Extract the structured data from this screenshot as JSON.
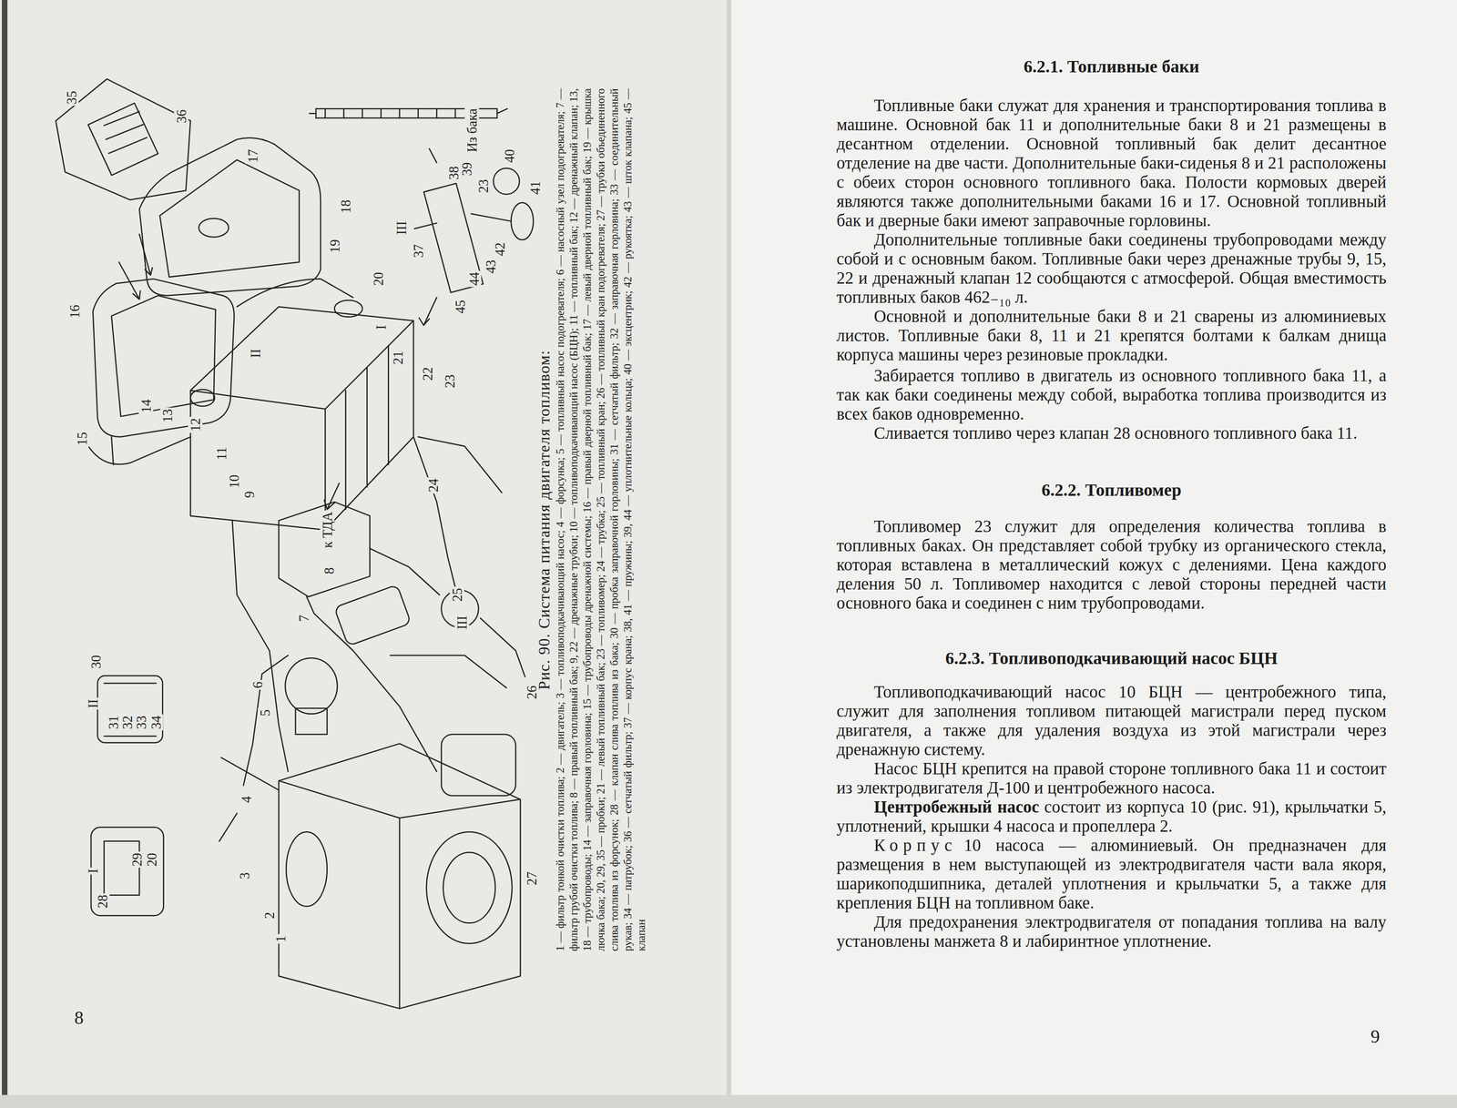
{
  "diagram": {
    "caption": "Рис. 90. Система питания двигателя топливом:",
    "labels": [
      "6.2.1. Топливные баки",
      "Топливные баки служат для хранения и транспортирования топлива в машине. Основной бак 11 и дополнительные баки 8 и 21 размещены в десантном отделении. Основной топливный бак делит десантное отделение на две части. Дополнительные баки-сиденья 8 и 21 расположены с обеих сторон основного топливного бака. Полости кормовых дверей являются также дополнительными баками 16 и 17. Основной топливный бак и дверные баки имеют заправочные горловины.",
      "Дополнительные топливные баки соединены трубопроводами между собой и с основным баком. Топливные баки через дренажные трубы 9, 15, 22 и дренажный клапан 12 сообщаются с атмосферой. Общая вместимость топливных баков 462₋₁₀ л.",
      "Основной и дополнительные баки 8 и 21 сварены из алюминиевых листов. Топливные баки 8, 11 и 21 крепятся болтами к балкам днища корпуса машины через резиновые прокладки.",
      "Забирается топливо в двигатель из основного топливного бака 11, а так как баки соединены между собой, выработка топлива производится из всех баков одновременно.",
      "Сливается топливо через клапан 28 основного топливного бака 11.",
      "6.2.2. Топливомер",
      "Топливомер 23 служит для определения количества топлива в топливных баках. Он представляет собой трубку из органического стекла, которая вставлена в металлический кожух с делениями. Цена каждого деления 50 л. Топливомер находится с левой стороны передней части основного бака и соединен с ним трубопроводами.",
      "6.2.3. Топливоподкачивающий насос БЦН",
      "Топливоподкачивающий насос 10 БЦН — центробежного типа, служит для заполнения топливом питающей магистрали перед пуском двигателя, а также для удаления воздуха из этой магистрали через дренажную систему.",
      "Насос БЦН крепится на правой стороне топливного бака 11 и состоит из электродвигателя Д-100 и центробежного насоса.",
      "Центробежный насос",
      "состоит из корпуса 10 (рис. 91), крыльчатки 5, уплотнений, крышки 4 насоса и пропеллера 2.",
      "Корпус",
      "10 насоса — алюминиевый. Он предназначен для размещения в нем выступающей из электродвигателя части вала якоря, шарикоподшипника, деталей уплотнения и крыльчатки 5, а также для крепления БЦН на топливном баке.",
      "Для предохранения электродвигателя от попадания топлива на валу установлены манжета 8 и лабиринтное уплотнение.",
      "8",
      "9",
      "1 — фильтр тонкой очистки топлива; 2 — двигатель; 3 — топливоподкачивающий насос; 4 — форсунка; 5 — топливный насос подогревателя; 6 — насосный узел подогревателя; 7 — фильтр грубой очистки топлива; 8 — правый топливный бак; 9, 22 — дренажные трубки; 10 — топливоподкачивающий насос (БЦН); 11 — топливный бак; 12 — дренажный клапан; 13, 18 — трубопроводы; 14 — заправочная горловина; 15 — трубопроводы дренажной системы; 16 — правый дверной топливный бак; 17 — левый дверной топливный бак; 19 — крышка лючка бака; 20, 29, 35 — пробки; 21 — левый топливный бак; 23 — топливомер; 24 — трубка; 25 — топливный кран; 26 — топливный кран подогревателя; 27 — трубки объединенного слива топлива из форсунок; 28 — клапан слива топлива из бака; 30 — пробка заправочной горловины; 31 — сетчатый фильтр; 32 — заправочная горловина; 33 — соединительный рукав; 34 — патрубок; 36 — сетчатый фильтр; 37 — корпус крана; 38, 41 — пружины; 39, 44 — уплотнительные кольца; 40 — эксцентрик; 42 — рукоятка; 43 — шток клапана; 45 — клапан",
      "35",
      "36",
      "17",
      "18",
      "19",
      "20",
      "16",
      "I",
      "II",
      "21",
      "22",
      "23",
      "14",
      "13",
      "12",
      "15",
      "11",
      "10",
      "9",
      "24",
      "8",
      "к ТДА",
      "7",
      "25",
      "III",
      "6",
      "5",
      "26",
      "4",
      "3",
      "2",
      "1",
      "27",
      "II",
      "30",
      "31",
      "32",
      "33",
      "34",
      "I",
      "28",
      "29",
      "20",
      "23",
      "Из бака",
      "III",
      "37",
      "38",
      "39",
      "40",
      "41",
      "42",
      "43",
      "44",
      "45"
    ]
  }
}
